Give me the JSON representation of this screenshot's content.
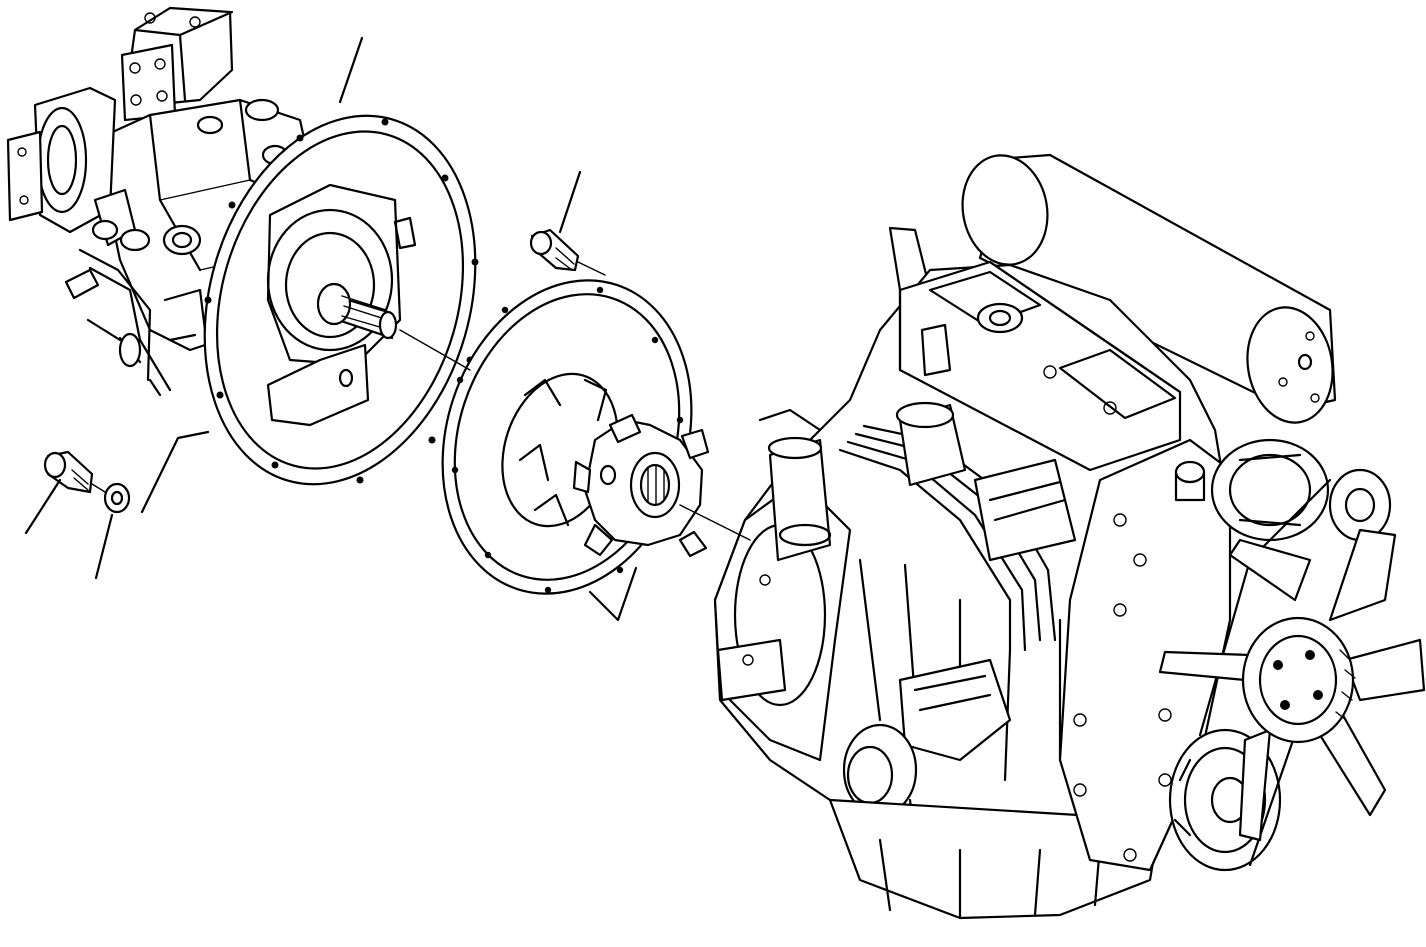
{
  "diagram": {
    "type": "exploded-parts-view",
    "stroke_color": "#000000",
    "background_color": "#ffffff",
    "parts": [
      {
        "name": "hydraulic-pump-assembly"
      },
      {
        "name": "pump-mounting-flange"
      },
      {
        "name": "flange-bolt"
      },
      {
        "name": "coupling-bolt"
      },
      {
        "name": "washer"
      },
      {
        "name": "flywheel-coupling-plate"
      },
      {
        "name": "rubber-coupling-hub"
      },
      {
        "name": "diesel-engine"
      },
      {
        "name": "cooling-fan"
      },
      {
        "name": "muffler"
      }
    ],
    "callout_count": 5
  }
}
